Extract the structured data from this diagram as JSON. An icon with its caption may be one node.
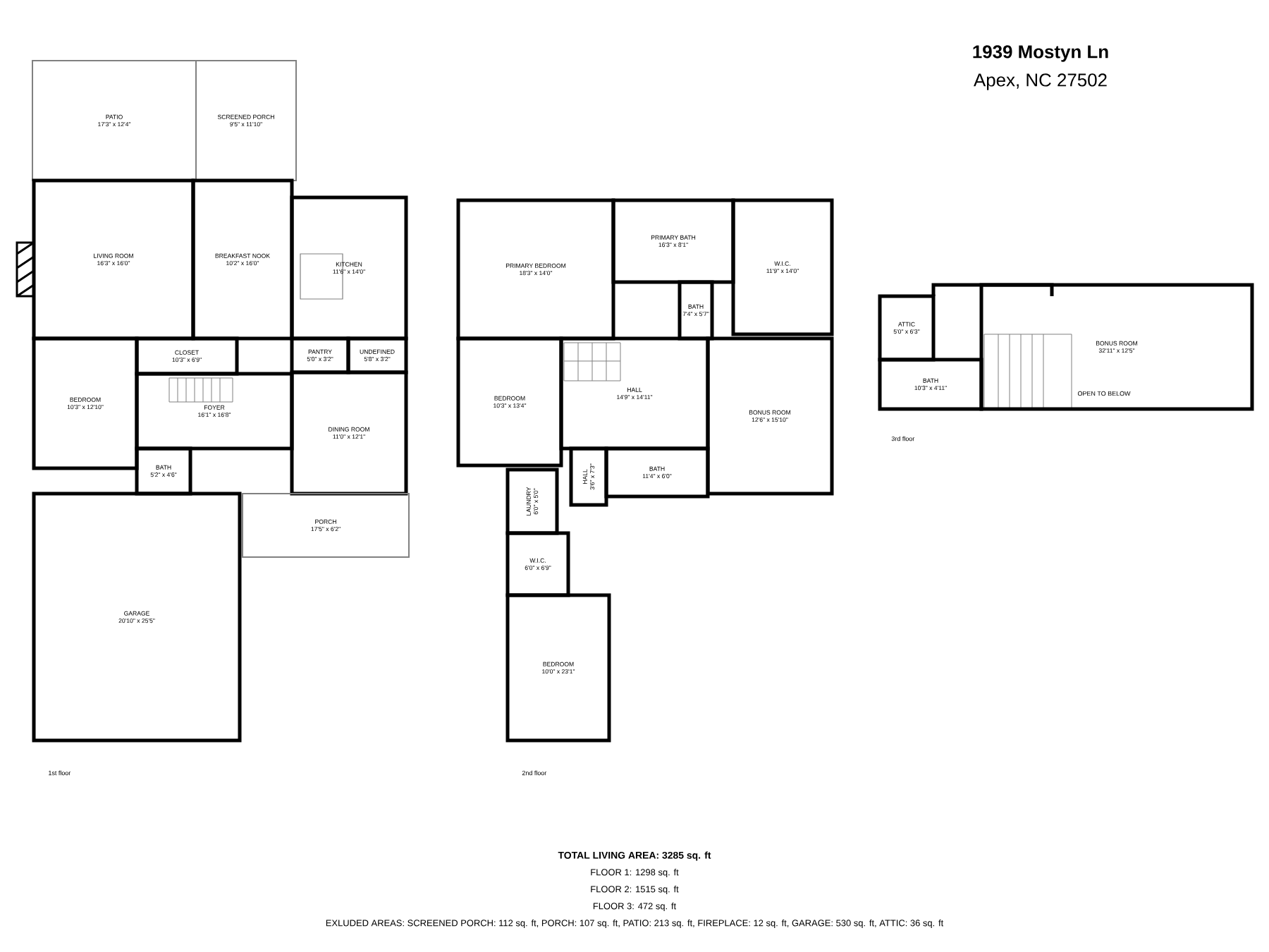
{
  "diagram": {
    "title": "1939 Mostyn Ln",
    "nodes": [
      {
        "text": [
          "PATIO",
          "17'3\" x 12'4\""
        ]
      },
      {
        "text": [
          "SCREENED PORCH",
          "9'5\" x 11'10\""
        ]
      },
      {
        "text": [
          "LIVING ROOM",
          "16'3\" x 16'0\""
        ]
      },
      {
        "text": [
          "BREAKFAST NOOK",
          "10'2\" x 16'0\""
        ]
      },
      {
        "text": [
          "KITCHEN",
          "11'6\" x 14'0\""
        ]
      },
      {
        "text": [
          "CLOSET",
          "10'3\" x 6'9\""
        ]
      },
      {
        "text": [
          "PANTRY",
          "5'0\" x 3'2\""
        ]
      },
      {
        "text": [
          "UNDEFINED",
          "5'8\" x 3'2\""
        ]
      },
      {
        "text": [
          "BEDROOM",
          "10'3\" x 12'10\""
        ]
      },
      {
        "text": [
          "FOYER",
          "16'1\" x 16'8\""
        ]
      },
      {
        "text": [
          "BATH",
          "5'2\" x 4'6\""
        ]
      },
      {
        "text": [
          "DINING ROOM",
          "11'0\" x 12'1\""
        ]
      },
      {
        "text": [
          "PORCH",
          "17'5\" x 6'2\""
        ]
      },
      {
        "text": [
          "GARAGE",
          "20'10\" x 25'5\""
        ]
      },
      {
        "text": [
          "PRIMARY BEDROOM",
          "18'3\" x 14'0\""
        ]
      },
      {
        "text": [
          "PRIMARY BATH",
          "16'3\" x 8'1\""
        ]
      },
      {
        "text": [
          "W.I.C.",
          "11'9\" x 14'0\""
        ]
      },
      {
        "text": [
          "BATH",
          "7'4\" x 5'7\""
        ]
      },
      {
        "text": [
          "BEDROOM",
          "10'3\" x 13'4\""
        ]
      },
      {
        "text": [
          "HALL",
          "14'9\" x 14'11\""
        ]
      },
      {
        "text": [
          "BONUS ROOM",
          "12'6\" x 15'10\""
        ]
      },
      {
        "text": [
          "LAUNDRY",
          "6'0\" x 5'0\""
        ]
      },
      {
        "text": [
          "HALL",
          "3'6\" x 7'3\""
        ]
      },
      {
        "text": [
          "BATH",
          "11'4\" x 6'0\""
        ]
      },
      {
        "text": [
          "W.I.C.",
          "6'0\" x 6'9\""
        ]
      },
      {
        "text": [
          "BEDROOM",
          "10'0\" x 23'1\""
        ]
      },
      {
        "text": [
          "ATTIC",
          "5'0\" x 6'3\""
        ]
      },
      {
        "text": [
          "BATH",
          "10'3\" x 4'11\""
        ]
      },
      {
        "text": [
          "BONUS ROOM",
          "32'11\" x 12'5\""
        ]
      }
    ],
    "labels": [
      "Apex, NC 27502",
      "1st floor",
      "2nd floor",
      "OPEN TO BELOW",
      "3rd floor",
      "TOTAL LIVING AREA: 3285 sq. ft",
      "FLOOR 1: 1298 sq. ft",
      "FLOOR 2: 1515 sq. ft",
      "FLOOR 3: 472 sq. ft",
      "EXLUDED AREAS: SCREENED PORCH: 112 sq. ft, PORCH: 107 sq. ft, PATIO: 213 sq. ft, FIREPLACE: 12 sq. ft, GARAGE: 530 sq. ft, ATTIC: 36 sq. ft"
    ]
  }
}
